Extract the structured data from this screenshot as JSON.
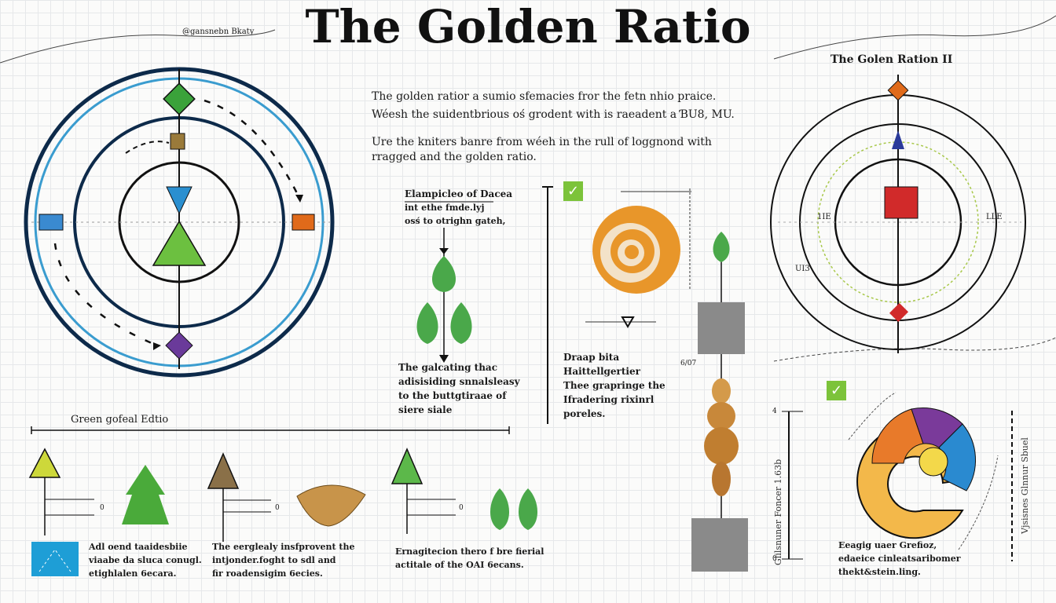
{
  "title": "The Golden Ratio",
  "top_left_caption": "@gansnebn Bkaty",
  "intro": {
    "line1": "The golden ratior a sumio sfemacies fror the fetn nhio praice.",
    "line2": "Wéesh the suidentbrious oś grodent with is raeadent a ƁU8, MU.",
    "line3": "Ure the kniters banre from wéeh in the rull of loggnond with",
    "line4": "rragged and the golden ratio."
  },
  "examples": {
    "heading": "Elampicleo of Dacea",
    "line1": "int ethe fmde.lyj",
    "line2": "osś to otrighn gateh,",
    "caption": [
      "The galcating thac",
      "adisisiding snnalsleasy",
      "to the buttgtiraae of",
      "siere siale"
    ]
  },
  "spiral_panel": {
    "caption": [
      "Draap bita",
      "Haittellgertier",
      "Thee grapringe the",
      "Ifradering rixinrl",
      "poreles."
    ],
    "marker": "6/07"
  },
  "right_diagram": {
    "title": "The Golen Ration II",
    "labels": [
      "UI3",
      "1IE",
      "LLE"
    ]
  },
  "bottom": {
    "heading": "Green gofeal Edtio",
    "items": [
      {
        "label": "0",
        "caption": [
          "Adl oend taaidesbiie",
          "viaabe da sluca conugl.",
          "etighlalen 6ecara."
        ]
      },
      {
        "label": "0",
        "caption": [
          "The eerglealy insfprovent the",
          "intjonder.foght to sdl and",
          "fir roadensigim 6ecies."
        ]
      },
      {
        "label": "0",
        "caption": [
          "Ernagitecion thero f bre fierial",
          "actitale of the OAI 6ecans."
        ]
      }
    ]
  },
  "snail_panel": {
    "left_vertical": "Glilsnuner Foncer 1.63b",
    "right_vertical": "Vjsisnes Glnnur Sbuel",
    "axis_top": "4",
    "axis_bottom": "0",
    "caption": [
      "Eeagig uaer Grefioz,",
      "edaeice cinleatsaribomer",
      "thekt&stein.ling."
    ]
  },
  "colors": {
    "green": "#5aad3c",
    "navy": "#0d2a4a",
    "blue": "#3a9ccf",
    "orange": "#e07a2a",
    "red": "#d12a2a",
    "purple": "#6a3a9a",
    "check": "#7cc33a"
  }
}
